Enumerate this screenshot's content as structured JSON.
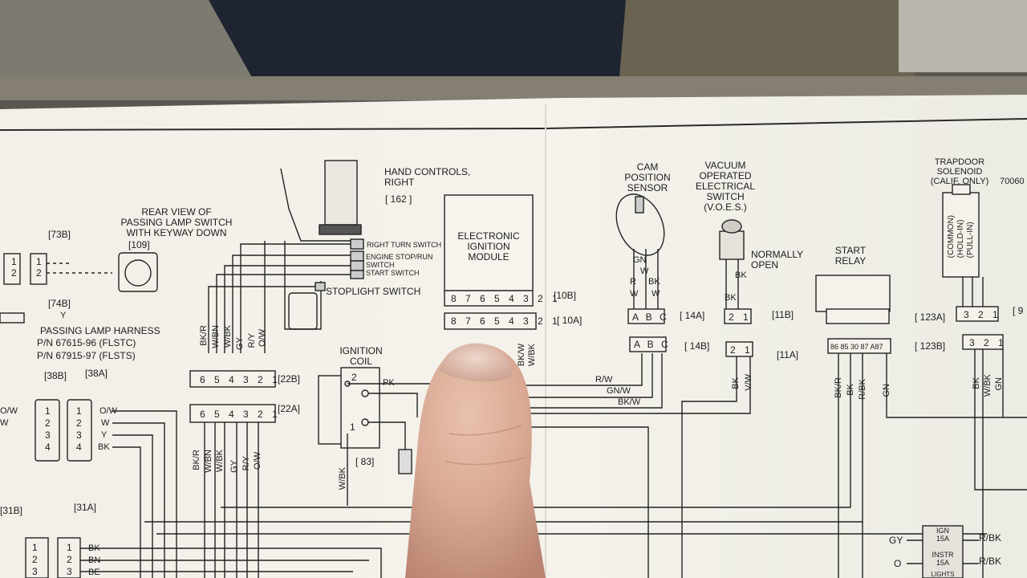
{
  "diagram": {
    "hand_controls": {
      "title": "HAND CONTROLS,\nRIGHT",
      "ref": "[ 162 ]"
    },
    "switches": {
      "right_turn": "RIGHT TURN SWITCH",
      "engine_stop": "ENGINE STOP/RUN\nSWITCH",
      "start": "START SWITCH",
      "stoplight": "STOPLIGHT SWITCH"
    },
    "ecm": {
      "label": "ELECTRONIC\nIGNITION\nMODULE",
      "pins": "8 7 6 5 4 3 2 1",
      "ref_10b": "[10B]",
      "ref_10a": "[ 10A]"
    },
    "rear_view": {
      "title": "REAR VIEW OF\nPASSING LAMP SWITCH\nWITH KEYWAY DOWN",
      "ref": "[109]"
    },
    "connectors": {
      "c73b": "[73B]",
      "c74b": "[74B]",
      "c38b": "[38B]",
      "c38a": "[38A]",
      "c31b": "[31B]",
      "c31a": "[31A]",
      "c22b": "[22B]",
      "c22a": "[22A]",
      "c14a": "[ 14A]",
      "c14b": "[ 14B]",
      "c11b": "[11B]",
      "c11a": "[11A]",
      "c123a": "[ 123A]",
      "c123b": "[ 123B]",
      "c83": "[ 83]",
      "c9": "[ 9"
    },
    "passing_lamp": {
      "title": "PASSING LAMP HARNESS",
      "pn1": "P/N 67615-96 (FLSTC)",
      "pn2": "P/N 67915-97 (FLSTS)"
    },
    "ignition_coil": {
      "title": "IGNITION\nCOIL",
      "pin2": "2",
      "pin1": "1"
    },
    "cam_sensor": {
      "title": "CAM\nPOSITION\nSENSOR",
      "gn": "GN",
      "r": "R",
      "w": "W",
      "bk": "BK",
      "w2": "W",
      "abc": "A B C"
    },
    "voes": {
      "title": "VACUUM\nOPERATED\nELECTRICAL\nSWITCH\n(V.O.E.S.)",
      "normally_open": "NORMALLY\nOPEN",
      "bk": "BK",
      "pins": "2 1"
    },
    "start_relay": {
      "title": "START\nRELAY",
      "pins": "86 85 30 87 A87"
    },
    "trapdoor": {
      "title": "TRAPDOOR\nSOLENOID\n(CALIF. ONLY)",
      "inner": "(COMMON)\n(HOLD-IN)\n(PULL-IN)",
      "pins": "3 2 1",
      "number": "70060"
    },
    "fuses": {
      "ign": "IGN\n15A",
      "instr": "INSTR\n15A",
      "lights": "LIGHTS"
    },
    "wires": {
      "bkr": "BK/R",
      "wbn": "W/BN",
      "wbk": "W/BK",
      "gy": "GY",
      "ry": "R/Y",
      "ow": "O/W",
      "pk": "PK",
      "rw": "R/W",
      "gnw": "GN/W",
      "bkw": "BK/W",
      "vw": "V/W",
      "gn": "GN",
      "o": "O",
      "rbk": "R/BK",
      "bk": "BK",
      "bn": "BN",
      "be": "BE",
      "w": "W",
      "y": "Y",
      "bkw2": "BK/W",
      "wbk2": "W/BK"
    },
    "c22_pins": "6 5 4 3 2 1",
    "c38_pins": [
      "1",
      "2",
      "3",
      "4"
    ],
    "c31_pins": [
      "1",
      "2",
      "3"
    ],
    "c73_pins": [
      "1",
      "2"
    ]
  }
}
